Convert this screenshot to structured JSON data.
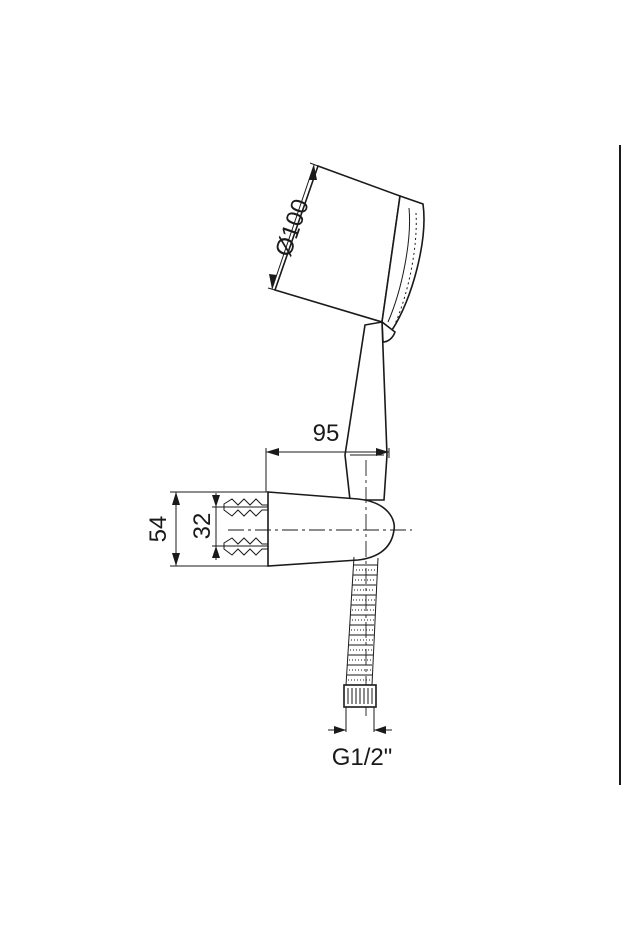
{
  "dimensions": {
    "head_diameter": "Ø100",
    "holder_projection": "95",
    "mount_height": "54",
    "screw_spacing": "32",
    "connection_thread": "G1/2\""
  }
}
